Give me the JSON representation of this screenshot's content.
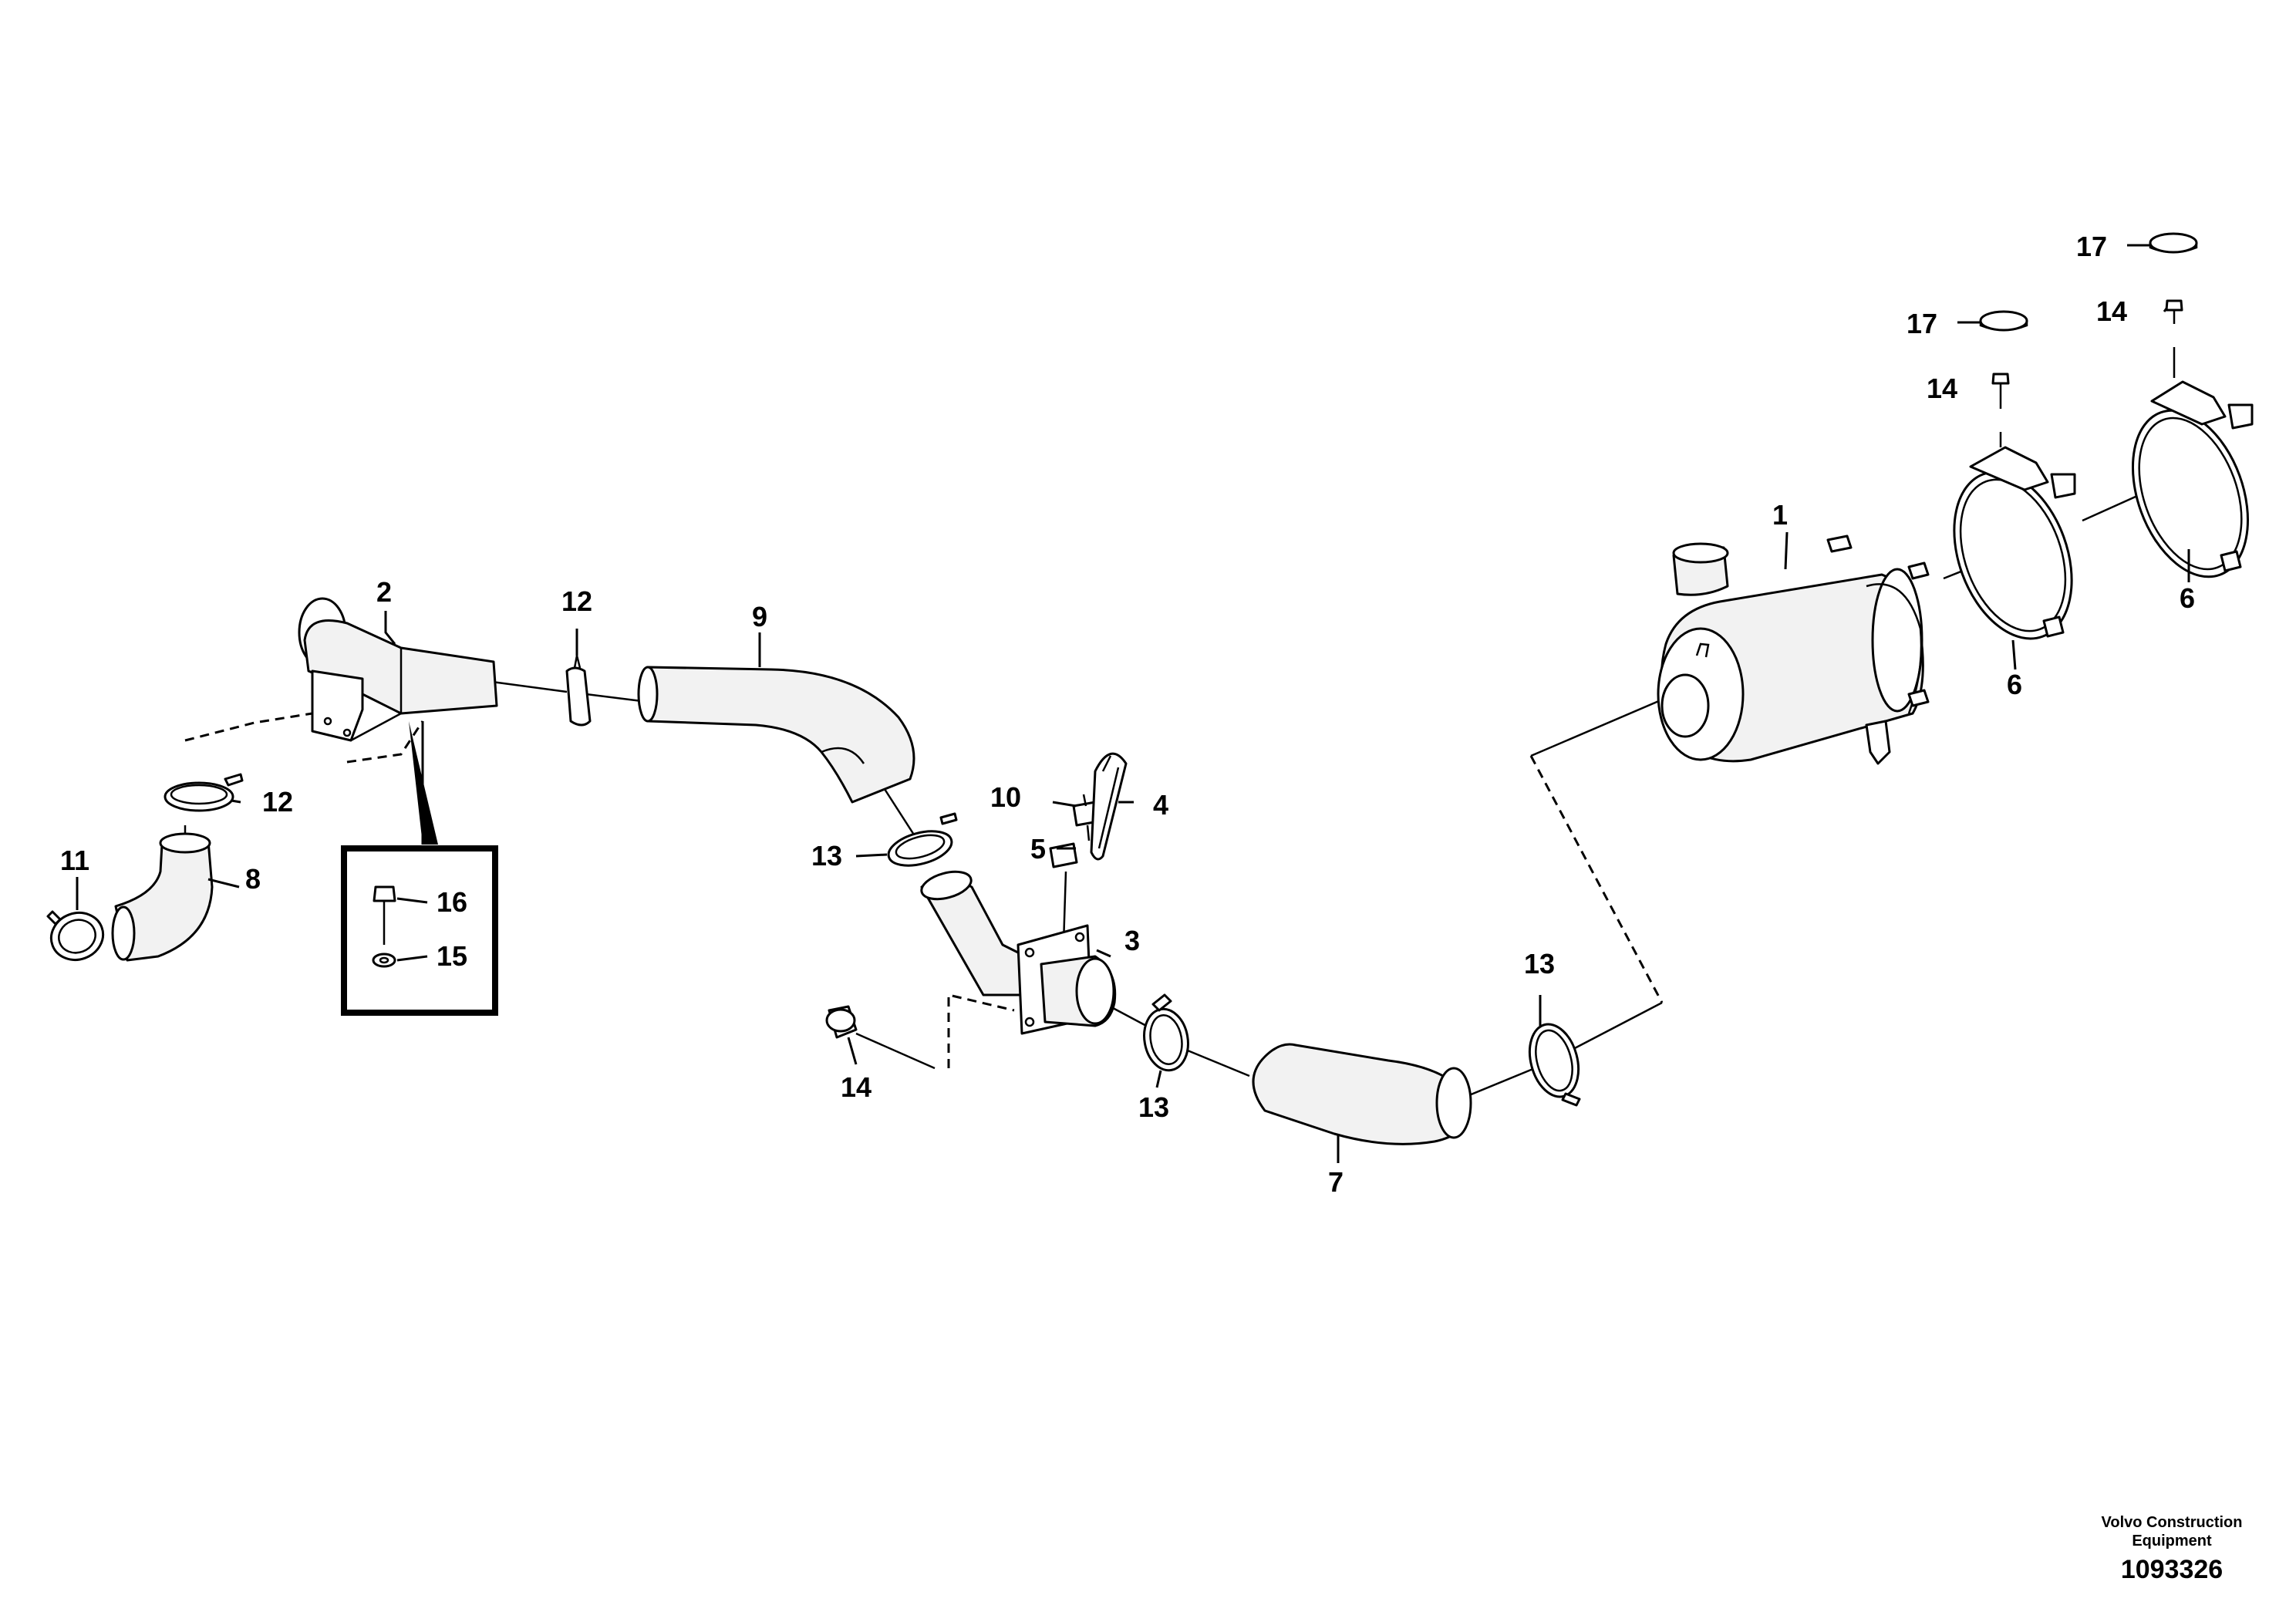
{
  "callouts": {
    "c1": "1",
    "c2": "2",
    "c3": "3",
    "c4": "4",
    "c5": "5",
    "c6a": "6",
    "c6b": "6",
    "c7": "7",
    "c8": "8",
    "c9": "9",
    "c10": "10",
    "c11": "11",
    "c12a": "12",
    "c12b": "12",
    "c13a": "13",
    "c13b": "13",
    "c13c": "13",
    "c14a": "14",
    "c14b": "14",
    "c14c": "14",
    "c15": "15",
    "c16": "16",
    "c17a": "17",
    "c17b": "17"
  },
  "footer": {
    "company_line1": "Volvo Construction",
    "company_line2": "Equipment",
    "drawing_number": "1093326"
  }
}
